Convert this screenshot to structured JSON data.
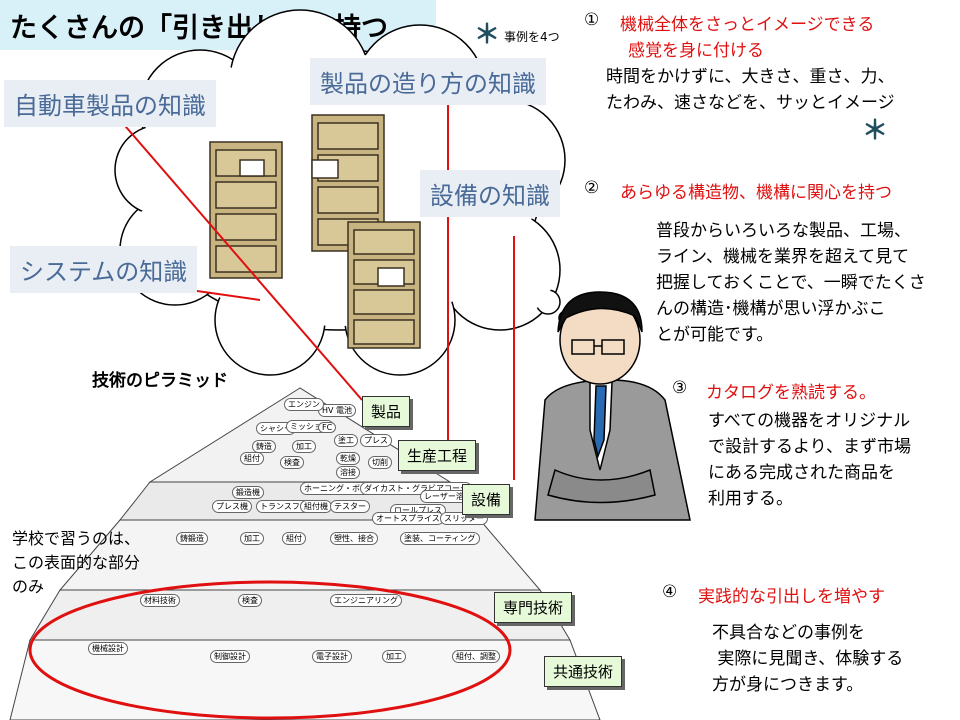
{
  "title": "たくさんの「引き出し」を持つ",
  "examples_note": "事例を4つ",
  "knowledge_boxes": {
    "auto": "自動車製品の知識",
    "manufacturing": "製品の造り方の知識",
    "equipment": "設備の知識",
    "system": "システムの知識"
  },
  "points": [
    {
      "num": "①",
      "heading_lines": [
        "機械全体をさっとイメージできる",
        "感覚を身に付ける"
      ],
      "body_lines": [
        "時間をかけずに、大きさ、重さ、力、",
        "たわみ、速さなどを、サッとイメージ"
      ]
    },
    {
      "num": "②",
      "heading_lines": [
        "あらゆる構造物、機構に関心を持つ"
      ],
      "body_lines": [
        "普段からいろいろな製品、工場、",
        "ライン、機械を業界を超えて見て",
        "把握しておくことで、一瞬でたくさ",
        "んの構造･機構が思い浮かぶこ",
        "とが可能です。"
      ]
    },
    {
      "num": "③",
      "heading_lines": [
        "カタログを熟読する。"
      ],
      "body_lines": [
        "すべての機器をオリジナル",
        "で設計するより、まず市場",
        "にある完成された商品を",
        "利用する。"
      ]
    },
    {
      "num": "④",
      "heading_lines": [
        "実践的な引出しを増やす"
      ],
      "body_lines": [
        "不具合などの事例を",
        " 実際に見聞き、体験する",
        "方が身につきます。"
      ]
    }
  ],
  "pyramid": {
    "title": "技術のピラミッド",
    "tags": {
      "product": "製品",
      "process": "生産工程",
      "equipment": "設備",
      "specialist": "専門技術",
      "common": "共通技術"
    },
    "school_note": [
      "学校で習うのは、",
      "この表面的な部分",
      "のみ"
    ],
    "labels": [
      "HV 電池",
      "エンジン",
      "シャシー",
      "ミッション",
      "FC",
      "鋳造",
      "加工",
      "塗工",
      "プレス",
      "組付",
      "検査",
      "乾燥",
      "切削",
      "溶接",
      "鍛造機",
      "ホーニング・ボーリング",
      "ダイカスト・グラビアコータ",
      "レーザー溶接",
      "プレス機",
      "トランスファ",
      "組付機",
      "テスター",
      "ロールプレス",
      "オートスプライス",
      "スリッター",
      "鋳鍛造",
      "加工",
      "組付",
      "塑性、接合",
      "塗装、コーティング",
      "材料技術",
      "検査",
      "エンジニアリング",
      "機械設計",
      "制御設計",
      "電子設計",
      "加工",
      "組付、調整"
    ]
  },
  "colors": {
    "accent_red": "#e01010",
    "box_text": "#4a6a98",
    "tag_bg": "#e6f9d8"
  }
}
